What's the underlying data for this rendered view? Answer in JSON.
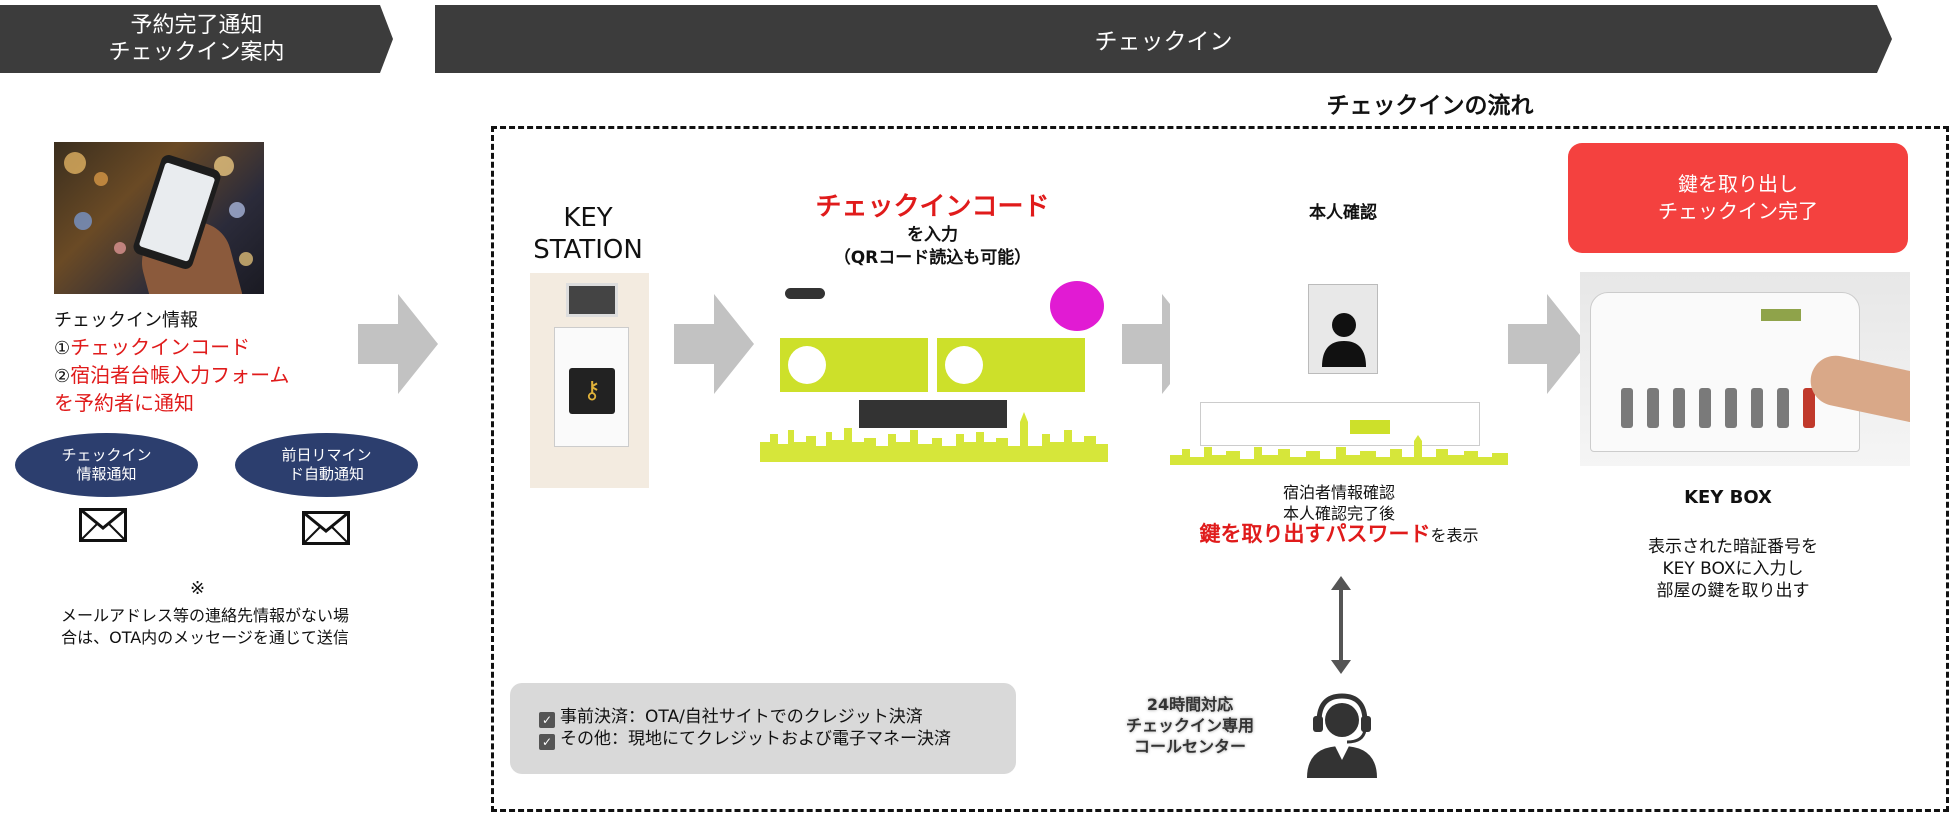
{
  "header": {
    "left_line1": "予約完了通知",
    "left_line2": "チェックイン案内",
    "right": "チェックイン"
  },
  "flow_title": "チェックインの流れ",
  "notification": {
    "info_title": "チェックイン情報",
    "item1_num": "①",
    "item1": "チェックインコード",
    "item2_num": "②",
    "item2": "宿泊者台帳入力フォーム",
    "item3": "を予約者に通知",
    "pill1_line1": "チェックイン",
    "pill1_line2": "情報通知",
    "pill2_line1": "前日リマイン",
    "pill2_line2": "ド自動通知",
    "note_mark": "※",
    "note_line1": "メールアドレス等の連絡先情報がない場",
    "note_line2": "合は、OTA内のメッセージを通じて送信"
  },
  "key_station": {
    "title_line1": "KEY",
    "title_line2": "STATION"
  },
  "checkin_code": {
    "title": "チェックインコード",
    "sub1": "を入力",
    "sub2": "（QRコード読込も可能）"
  },
  "identity": {
    "title": "本人確認",
    "desc_line1": "宿泊者情報確認",
    "desc_line2": "本人確認完了後",
    "desc_red": "鍵を取り出すパスワード",
    "desc_tail": "を表示",
    "call_line1": "24時間対応",
    "call_line2": "チェックイン専用",
    "call_line3": "コールセンター"
  },
  "key_box": {
    "done_line1": "鍵を取り出し",
    "done_line2": "チェックイン完了",
    "title": "KEY BOX",
    "desc_line1": "表示された暗証番号を",
    "desc_line2": "KEY BOXに入力し",
    "desc_line3": "部屋の鍵を取り出す"
  },
  "payment": {
    "line1": "事前決済：OTA/自社サイトでのクレジット決済",
    "line2": "その他：現地にてクレジットおよび電子マネー決済"
  },
  "colors": {
    "banner": "#3c3c3c",
    "highlight_red": "#e01b1b",
    "done_button": "#f4413f",
    "pill_navy": "#2c3e6e",
    "kiosk_lime": "#cde02a",
    "arrow_gray": "#c2c2c2"
  },
  "icons": [
    "envelope-icon",
    "arrow-right-icon",
    "operator-headset-icon",
    "check-icon",
    "person-silhouette-icon",
    "double-arrow-icon"
  ]
}
